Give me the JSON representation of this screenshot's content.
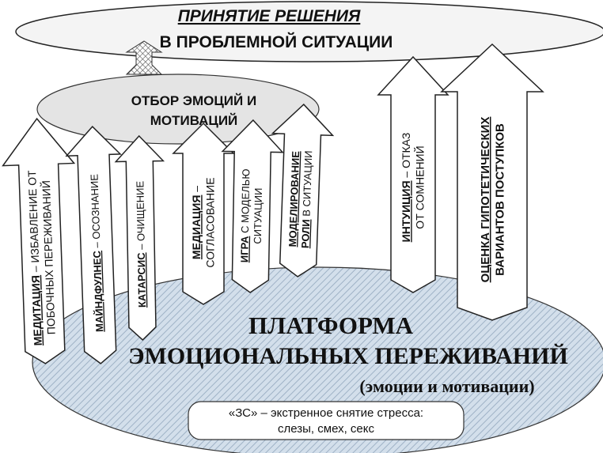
{
  "top": {
    "title": "ПРИНЯТИЕ РЕШЕНИЯ",
    "subtitle": "В ПРОБЛЕМНОЙ СИТУАЦИИ"
  },
  "middle": {
    "line1": "ОТБОР ЭМОЦИЙ И",
    "line2": "МОТИВАЦИЙ"
  },
  "platform": {
    "line1": "ПЛАТФОРМА",
    "line2": "ЭМОЦИОНАЛЬНЫХ ПЕРЕЖИВАНИЙ",
    "line3": "(эмоции и мотивации)"
  },
  "stress": {
    "line1": "«ЗС» – экстренное снятие стресса:",
    "line2": "слезы, смех, секс"
  },
  "arrows": [
    {
      "term": "МЕДИТАЦИЯ",
      "rest": " – ИЗБАВЛЕНИЕ ОТ",
      "line2": "ПОБОЧНЫХ ПЕРЕЖИВАНИЙ"
    },
    {
      "term": "МАЙНДФУЛНЕС",
      "rest": " – ОСОЗНАНИЕ",
      "line2": ""
    },
    {
      "term": "КАТАРСИС",
      "rest": " – ОЧИЩЕНИЕ",
      "line2": ""
    },
    {
      "term": "МЕДИАЦИЯ",
      "rest": " –",
      "line2": "СОГЛАСОВАНИЕ"
    },
    {
      "term": "ИГРА",
      "rest": " С МОДЕЛЬЮ",
      "line2": "СИТУАЦИИ"
    },
    {
      "term": "МОДЕЛИРОВАНИЕ",
      "rest": "",
      "line2": "РОЛИ В СИТУАЦИИ",
      "line2_term": "РОЛИ",
      "line2_rest": " В СИТУАЦИИ"
    },
    {
      "term": "ИНТУИЦИЯ",
      "rest": " – ОТКАЗ",
      "line2": "ОТ СОМНЕНИЙ"
    },
    {
      "term": "ОЦЕНКА ГИПОТЕТИЧЕСКИХ",
      "rest": "",
      "line2": "ВАРИАНТОВ ПОСТУПКОВ"
    }
  ],
  "colors": {
    "ellipse_fill": "#f2f2f2",
    "platform_fill": "#cfdbe8",
    "stroke": "#222222"
  }
}
